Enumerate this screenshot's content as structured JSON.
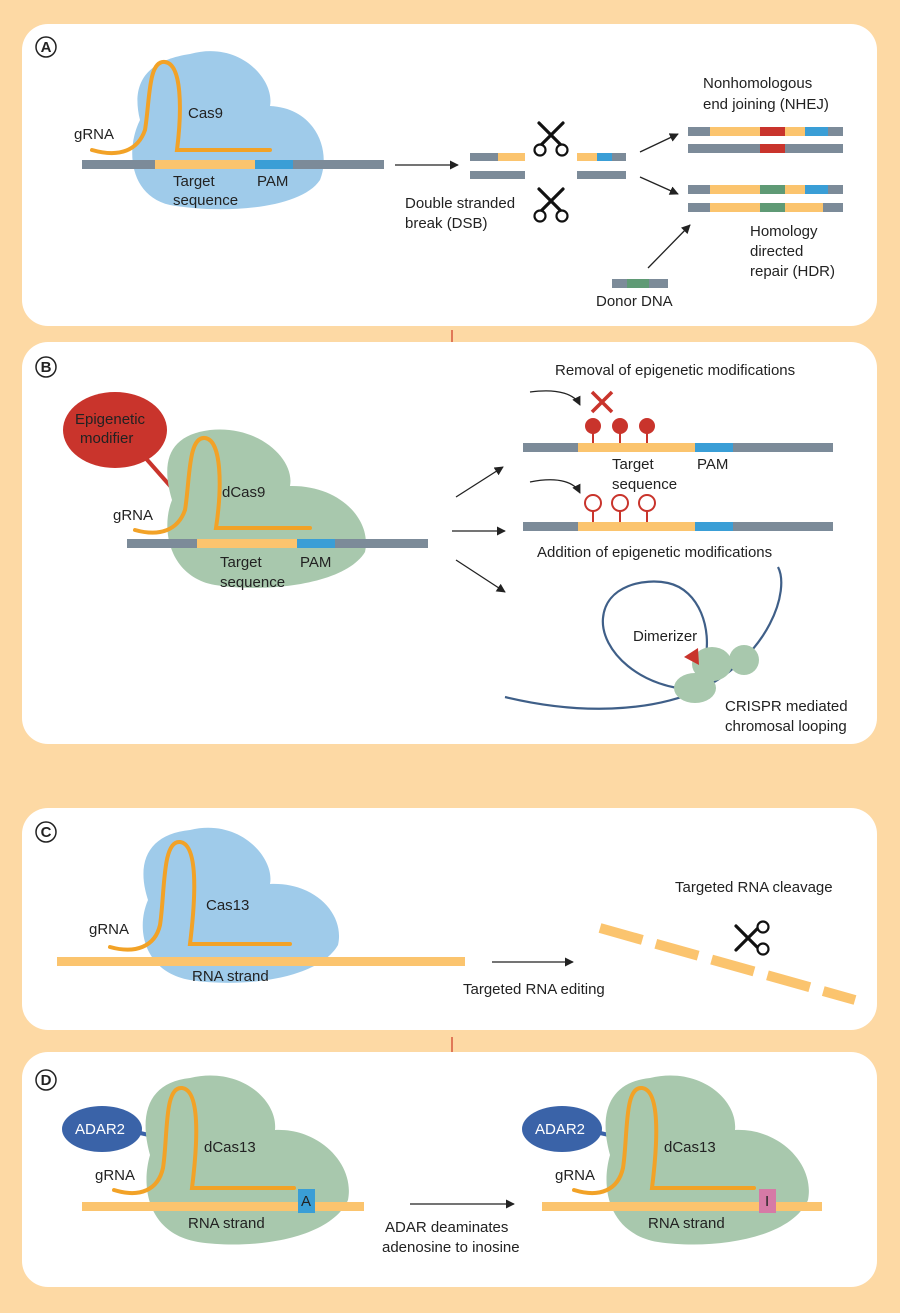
{
  "colors": {
    "frame": "#fdd9a4",
    "panel": "#ffffff",
    "cas9": "#9fcbea",
    "dcas9": "#a8c8ad",
    "guide": "#f2a227",
    "target": "#fbc46e",
    "pam": "#3a9ed6",
    "dna": "#7c8b99",
    "nhej_insert": "#c9342c",
    "hdr_insert": "#5f9a75",
    "epigenetic": "#c9342c",
    "adar": "#3a63a8",
    "inosine": "#d67aa6",
    "loop": "#3f5f88",
    "flow_arrow": "#d0452e"
  },
  "icons": {
    "scissors": "scissors-icon",
    "mark_removed": "cross-icon",
    "mark_full": "filled-lollipop-icon",
    "mark_empty": "open-lollipop-icon"
  },
  "panels": {
    "a": {
      "letter": "A",
      "protein": "Cas9",
      "guide": "gRNA",
      "target_line1": "Target",
      "target_line2": "sequence",
      "pam": "PAM",
      "break_line1": "Double stranded",
      "break_line2": "break (DSB)",
      "nhej_line1": "Nonhomologous",
      "nhej_line2": "end joining (NHEJ)",
      "hdr_line1": "Homology",
      "hdr_line2": "directed",
      "hdr_line3": "repair (HDR)",
      "donor": "Donor DNA"
    },
    "b": {
      "letter": "B",
      "modifier_line1": "Epigenetic",
      "modifier_line2": "modifier",
      "protein": "dCas9",
      "guide": "gRNA",
      "target_line1": "Target",
      "target_line2": "sequence",
      "pam": "PAM",
      "removal": "Removal of epigenetic modifications",
      "out_target_line1": "Target",
      "out_target_line2": "sequence",
      "out_pam": "PAM",
      "addition": "Addition of epigenetic modifications",
      "dimerizer": "Dimerizer",
      "looping_line1": "CRISPR mediated",
      "looping_line2": "chromosal looping"
    },
    "c": {
      "letter": "C",
      "protein": "Cas13",
      "guide": "gRNA",
      "strand": "RNA strand",
      "editing": "Targeted RNA editing",
      "cleavage": "Targeted RNA cleavage"
    },
    "d": {
      "letter": "D",
      "adar_left": "ADAR2",
      "protein_left": "dCas13",
      "guide_left": "gRNA",
      "strand_left": "RNA strand",
      "base_a": "A",
      "arrow_line1": "ADAR deaminates",
      "arrow_line2": "adenosine to inosine",
      "adar_right": "ADAR2",
      "protein_right": "dCas13",
      "guide_right": "gRNA",
      "strand_right": "RNA strand",
      "base_i": "I"
    }
  }
}
